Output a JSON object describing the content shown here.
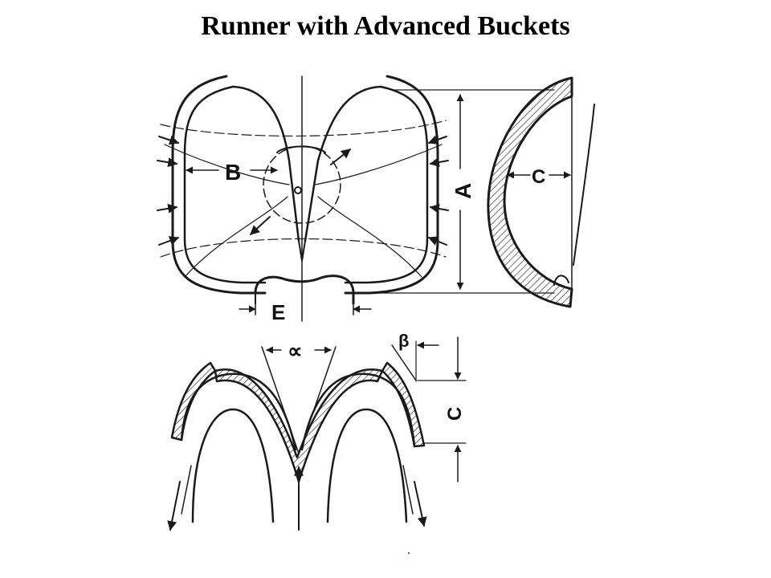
{
  "title": "Runner with Advanced Buckets",
  "labels": {
    "B": "B",
    "A": "A",
    "C_side": "C",
    "E": "E",
    "alpha": "∝",
    "beta": "β",
    "C_section": "C"
  },
  "colors": {
    "ink": "#1a1a1a",
    "background": "#ffffff"
  }
}
